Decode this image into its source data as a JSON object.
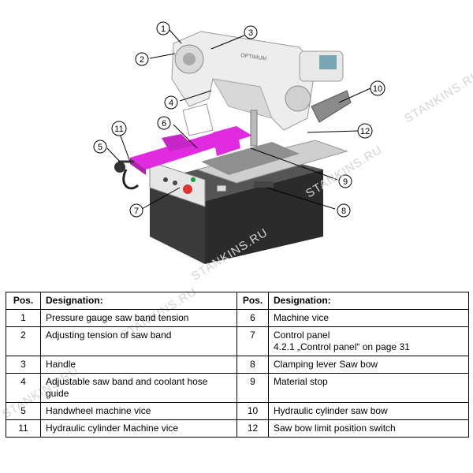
{
  "watermark": "STANKINS.RU",
  "figure": {
    "brand_label": "OPTIMUM",
    "callouts": [
      "1",
      "2",
      "3",
      "4",
      "5",
      "6",
      "7",
      "8",
      "9",
      "10",
      "11",
      "12"
    ],
    "colors": {
      "vice_accent": "#e12be0",
      "body": "#2c2c2c",
      "bow": "#eeeeee",
      "panel": "#e8e8e8"
    }
  },
  "table": {
    "headers": [
      "Pos.",
      "Designation:",
      "Pos.",
      "Designation:"
    ],
    "rows": [
      {
        "pos_left": "1",
        "desc_left": "Pressure gauge saw band tension",
        "pos_right": "6",
        "desc_right": "Machine vice",
        "desc_right_line2": ""
      },
      {
        "pos_left": "2",
        "desc_left": "Adjusting tension of saw band",
        "pos_right": "7",
        "desc_right": "Control panel",
        "desc_right_line2": "4.2.1 „Control panel“ on page 31"
      },
      {
        "pos_left": "3",
        "desc_left": "Handle",
        "pos_right": "8",
        "desc_right": "Clamping lever Saw bow",
        "desc_right_line2": ""
      },
      {
        "pos_left": "4",
        "desc_left": "Adjustable saw band and coolant hose guide",
        "pos_right": "9",
        "desc_right": "Material stop",
        "desc_right_line2": ""
      },
      {
        "pos_left": "5",
        "desc_left": "Handwheel machine vice",
        "pos_right": "10",
        "desc_right": "Hydraulic cylinder saw bow",
        "desc_right_line2": ""
      },
      {
        "pos_left": "11",
        "desc_left": "Hydraulic cylinder Machine vice",
        "pos_right": "12",
        "desc_right": "Saw bow limit position switch",
        "desc_right_line2": ""
      }
    ]
  }
}
